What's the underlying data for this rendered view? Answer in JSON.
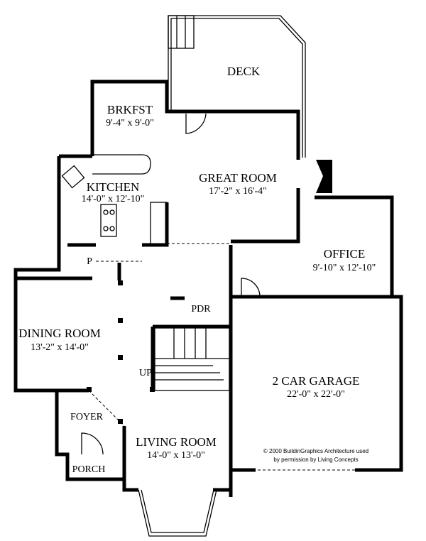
{
  "rooms": {
    "deck": {
      "name": "DECK"
    },
    "brkfst": {
      "name": "BRKFST",
      "size": "9'-4\" x 9'-0\""
    },
    "kitchen": {
      "name": "KITCHEN",
      "size": "14'-0\" x 12'-10\""
    },
    "great_room": {
      "name": "GREAT ROOM",
      "size": "17'-2\" x 16'-4\""
    },
    "office": {
      "name": "OFFICE",
      "size": "9'-10\" x 12'-10\""
    },
    "dining": {
      "name": "DINING ROOM",
      "size": "13'-2\" x 14'-0\""
    },
    "pdr": {
      "name": "PDR"
    },
    "stairs": {
      "name": "UP"
    },
    "pantry": {
      "name": "P"
    },
    "garage": {
      "name": "2 CAR GARAGE",
      "size": "22'-0\" x 22'-0\""
    },
    "foyer": {
      "name": "FOYER"
    },
    "living": {
      "name": "LIVING ROOM",
      "size": "14'-0\" x 13'-0\""
    },
    "porch": {
      "name": "PORCH"
    }
  },
  "copyright": {
    "line1": "© 2000 BuildinGraphics Architecture used",
    "line2": "by permission by Living Concepts"
  }
}
